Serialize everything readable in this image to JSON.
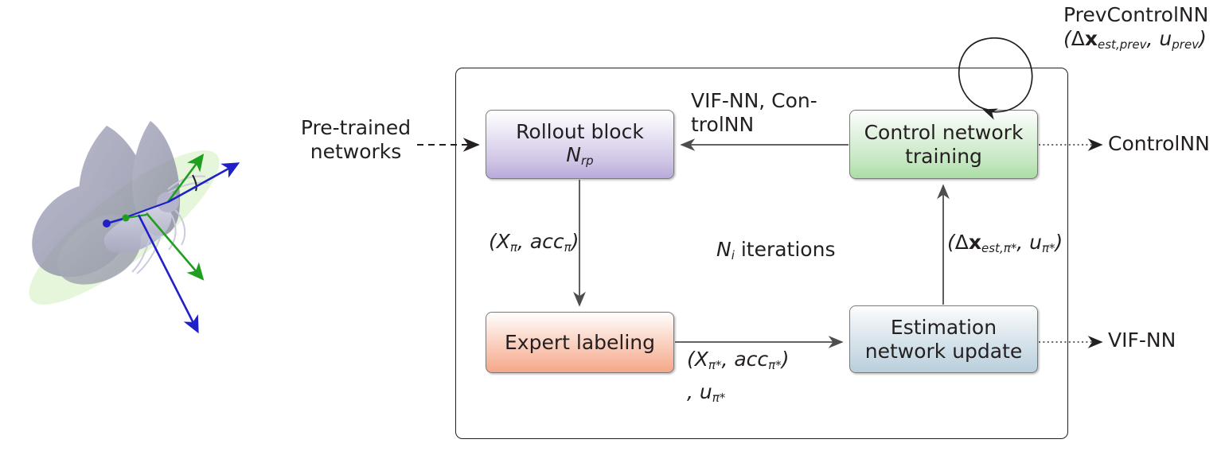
{
  "figure": {
    "type": "diagram",
    "subject": "iterative-imitation-learning-training-loop",
    "background_color": "#ffffff"
  },
  "illustration": {
    "name": "flapping-wing-robot-3d-render",
    "description": "3D rendering of a flapping wing micro air vehicle with body-frame coordinate axes",
    "axis_colors": {
      "green": "#22aa22",
      "blue": "#2222cc"
    },
    "wing_color": "#8d8da8",
    "plane_color": "#d9f0c8"
  },
  "nodes": [
    {
      "id": "rollout",
      "line1": "Rollout block",
      "line2": "N",
      "line2_sub": "rp",
      "fill_top": "#ffffff",
      "fill_bottom": "#b8a9da"
    },
    {
      "id": "control",
      "line1": "Control network",
      "line2": "training",
      "fill_top": "#ffffff",
      "fill_bottom": "#aadda4"
    },
    {
      "id": "expert",
      "line1": "Expert labeling",
      "fill_top": "#ffffff",
      "fill_bottom": "#f4a788"
    },
    {
      "id": "estimation",
      "line1": "Estimation",
      "line2": "network update",
      "fill_top": "#ffffff",
      "fill_bottom": "#b8cedb"
    }
  ],
  "labels": {
    "pretrained_line1": "Pre-trained",
    "pretrained_line2": "networks",
    "vif_control_line1": "VIF-NN, Con-",
    "vif_control_line2": "trolNN",
    "prev_control_title": "PrevControlNN",
    "control_output": "ControlNN",
    "vif_output": "VIF-NN",
    "iterations_count": "N",
    "iterations_sub": "i",
    "iterations_word": "iterations"
  },
  "math": {
    "rollout_subscript": "rp",
    "x_symbol": "X",
    "acc_symbol": "acc",
    "pi_symbol": "π",
    "pi_star_symbol": "π*",
    "delta_symbol": "Δ",
    "u_symbol": "u",
    "est_prev": "est,prev",
    "est_pistar": "est,π*",
    "prev": "prev",
    "tuple_pi": "(Xπ, accπ)",
    "tuple_pistar": "(Xπ*, accπ*)",
    "tuple_u_pistar": ", uπ*",
    "tuple_prev": "(Δxest,prev, uprev)",
    "tuple_dx_pistar": "(Δxest,π*, uπ*)"
  },
  "edges": [
    {
      "id": "pretrained-to-rollout",
      "style": "dashed",
      "label": ""
    },
    {
      "id": "control-to-rollout",
      "style": "solid",
      "label": "VIF-NN, ControlNN"
    },
    {
      "id": "rollout-to-expert",
      "style": "solid",
      "label": "(Xπ, accπ)"
    },
    {
      "id": "expert-to-estimation",
      "style": "solid",
      "label": "(Xπ*, accπ*), uπ*"
    },
    {
      "id": "estimation-to-control",
      "style": "solid",
      "label": "(Δxest,π*, uπ*)"
    },
    {
      "id": "control-self-loop",
      "style": "solid",
      "label": "PrevControlNN (Δxest,prev, uprev)"
    },
    {
      "id": "control-to-output",
      "style": "dotted",
      "label": "ControlNN"
    },
    {
      "id": "estimation-to-output",
      "style": "dotted",
      "label": "VIF-NN"
    }
  ],
  "colors": {
    "stroke": "#231f20",
    "node_border": "#7a7a7a",
    "purple": "#b8a9da",
    "green": "#aadda4",
    "orange": "#f4a788",
    "blue": "#b8cedb"
  }
}
